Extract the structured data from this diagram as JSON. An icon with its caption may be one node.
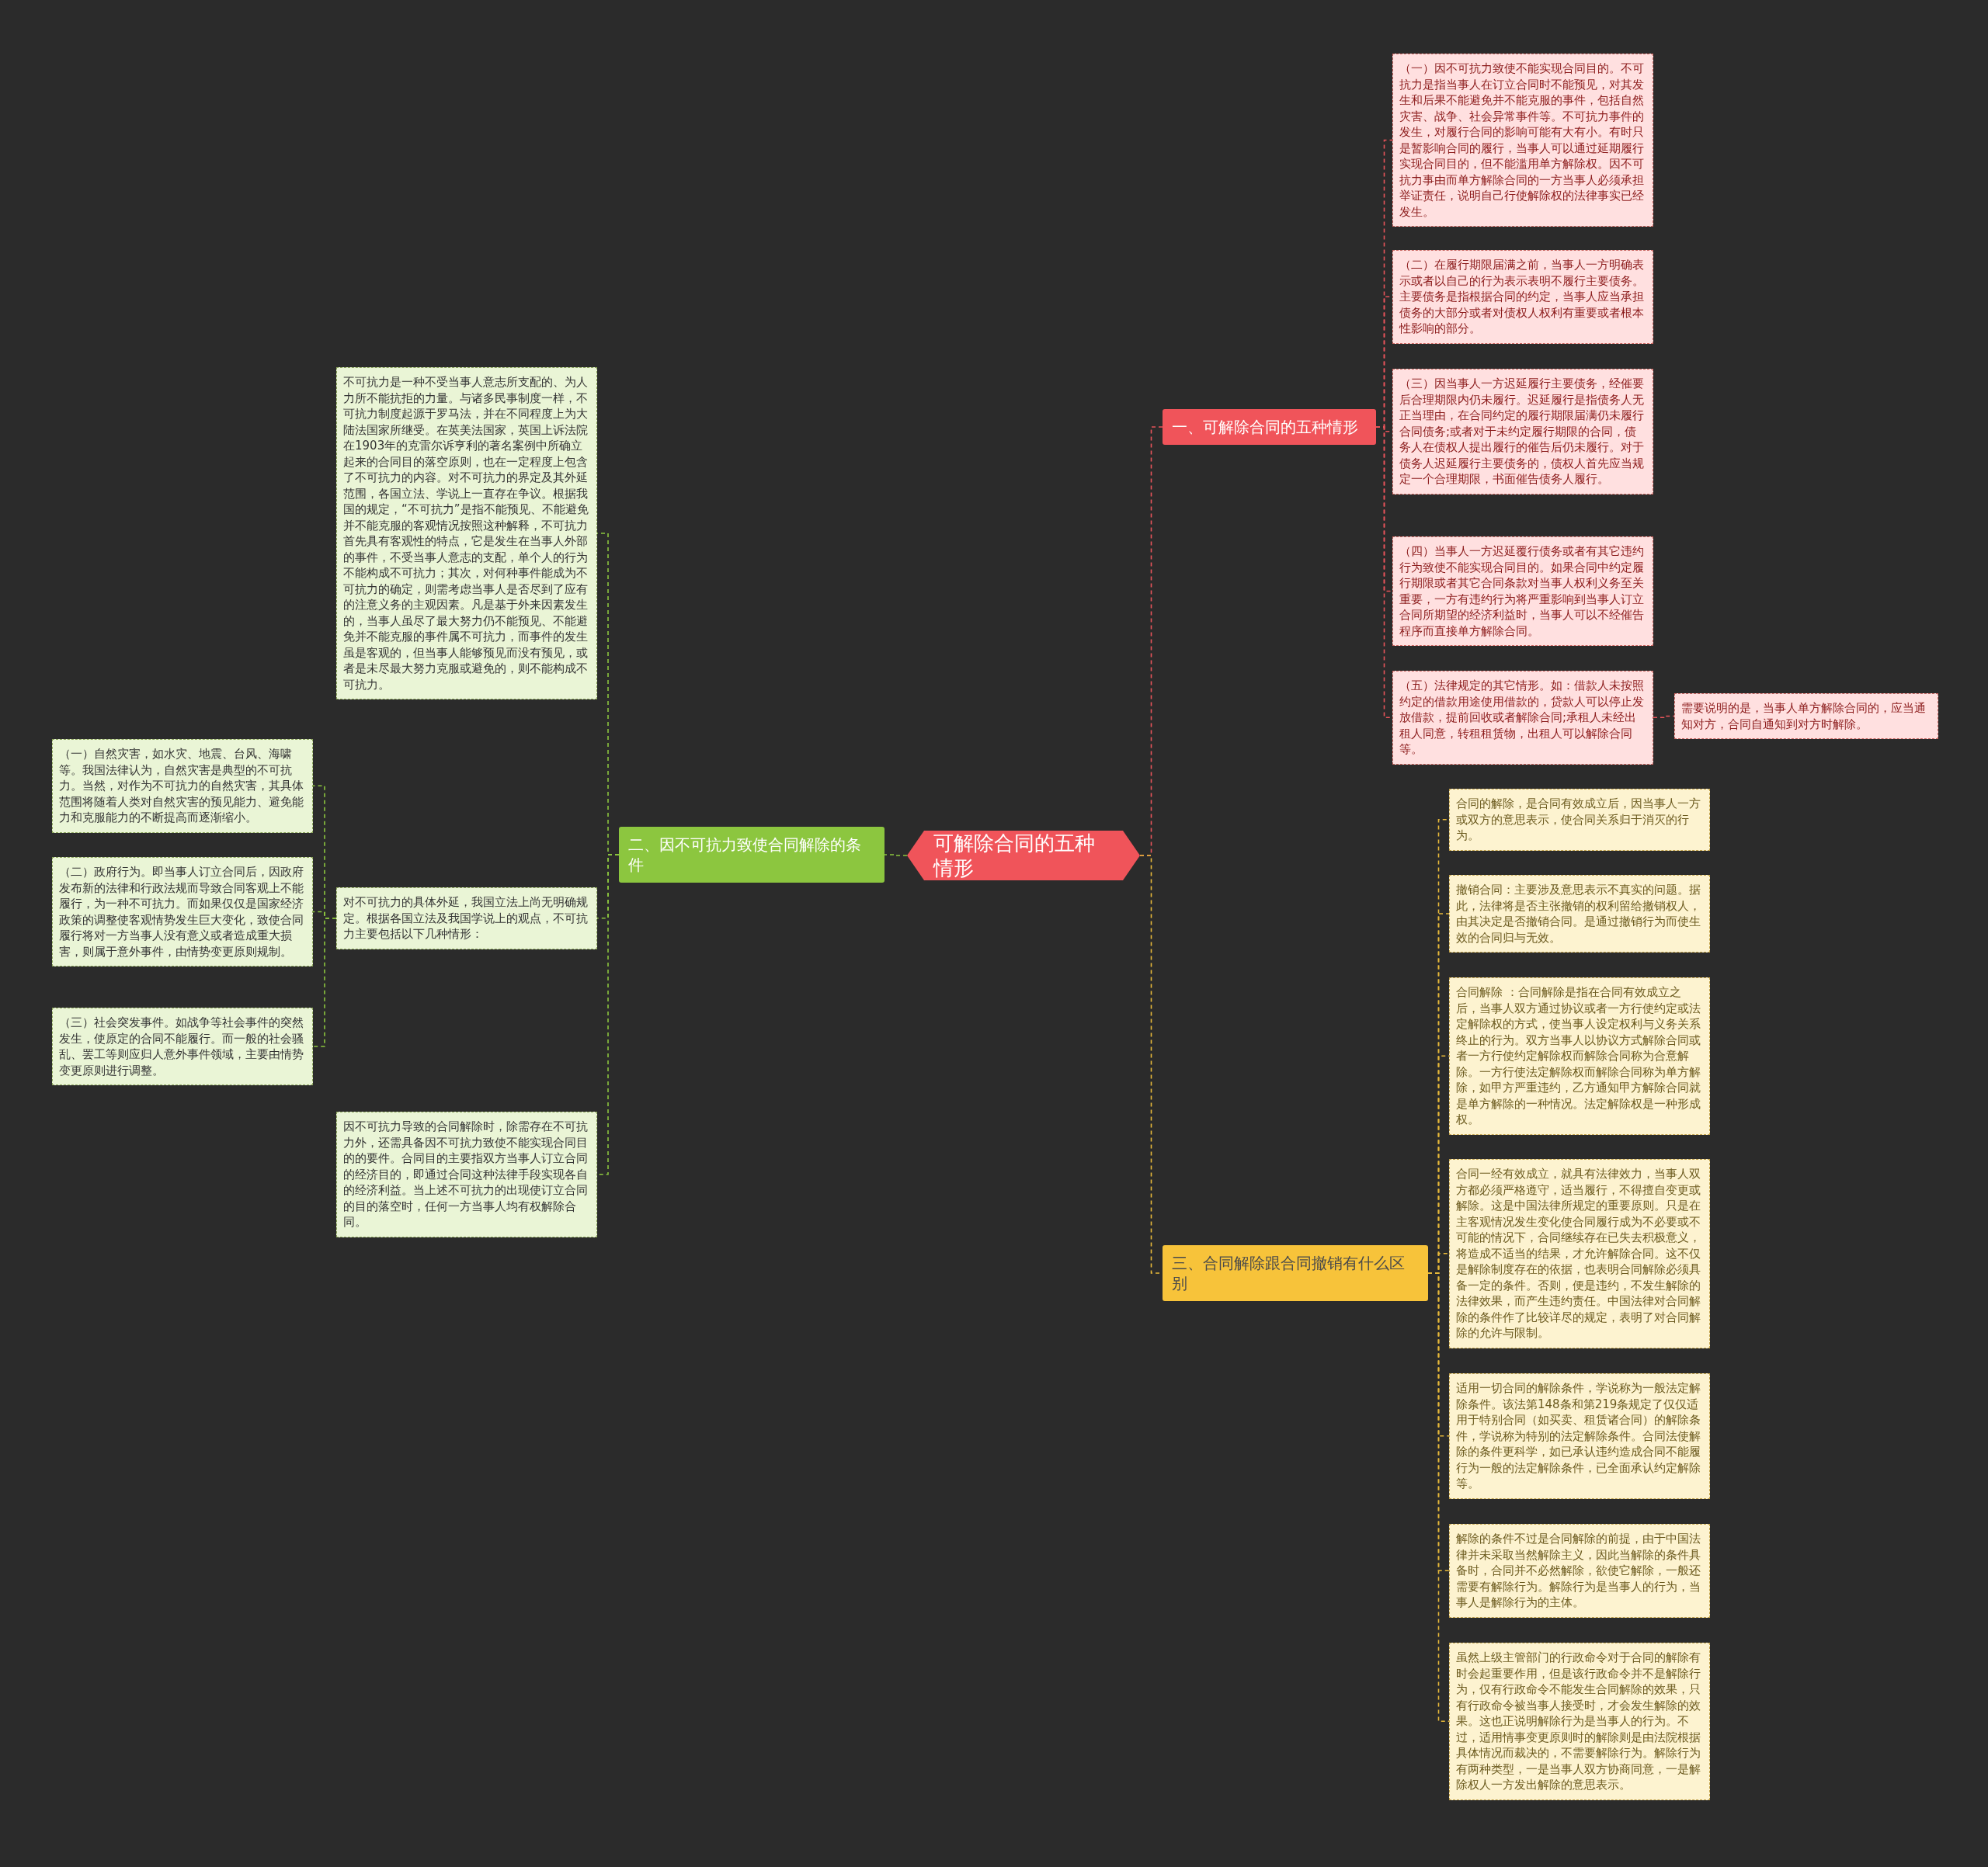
{
  "diagram": {
    "nodes": [
      {
        "text": [
          "可解除合同的五种情形"
        ]
      },
      {
        "text": [
          "一、可解除合同的五种情形"
        ]
      },
      {
        "text": [
          "（一）因不可抗力致使不能实现合同目的。不可抗力是指当事人在订立合同时不能预见，对其发生和后果不能避免并不能克服的事件，包括自然灾害、战争、社会异常事件等。不可抗力事件的发生，对履行合同的影响可能有大有小。有时只是暂影响合同的履行，当事人可以通过延期履行实现合同目的，但不能滥用单方解除权。因不可抗力事由而单方解除合同的一方当事人必须承担举证责任，说明自己行使解除权的法律事实已经发生。"
        ]
      },
      {
        "text": [
          "（二）在履行期限届满之前，当事人一方明确表示或者以自己的行为表示表明不履行主要债务。主要债务是指根据合同的约定，当事人应当承担债务的大部分或者对债权人权利有重要或者根本性影响的部分。"
        ]
      },
      {
        "text": [
          "（三）因当事人一方迟延履行主要债务，经催要后合理期限内仍未履行。迟延履行是指债务人无正当理由，在合同约定的履行期限届满仍未履行合同债务;或者对于未约定履行期限的合同，债务人在债权人提出履行的催告后仍未履行。对于债务人迟延履行主要债务的，债权人首先应当规定一个合理期限，书面催告债务人履行。"
        ]
      },
      {
        "text": [
          "（四）当事人一方迟延覆行债务或者有其它违约行为致使不能实现合同目的。如果合同中约定履行期限或者其它合同条款对当事人权利义务至关重要，一方有违约行为将严重影响到当事人订立合同所期望的经济利益时，当事人可以不经催告程序而直接单方解除合同。"
        ]
      },
      {
        "text": [
          "（五）法律规定的其它情形。如：借款人未按照约定的借款用途使用借款的，贷款人可以停止发放借款，提前回收或者解除合同;承租人未经出租人同意，转租租赁物，出租人可以解除合同等。"
        ]
      },
      {
        "text": [
          "需要说明的是，当事人单方解除合同的，应当通知对方，合同自通知到对方时解除。"
        ]
      },
      {
        "text": [
          "二、因不可抗力致使合同解除的条件"
        ]
      },
      {
        "text": [
          "不可抗力是一种不受当事人意志所支配的、为人力所不能抗拒的力量。与诸多民事制度一样，不可抗力制度起源于罗马法，并在不同程度上为大陆法国家所继受。在英美法国家，英国上诉法院在1903年的克雷尔诉亨利的著名案例中所确立起来的合同目的落空原则，也在一定程度上包含了不可抗力的内容。对不可抗力的界定及其外延范围，各国立法、学说上一直存在争议。根据我国的规定，“不可抗力”是指不能预见、不能避免并不能克服的客观情况按照这种解释，不可抗力首先具有客观性的特点，它是发生在当事人外部的事件，不受当事人意志的支配，单个人的行为不能构成不可抗力；其次，对何种事件能成为不可抗力的确定，则需考虑当事人是否尽到了应有的注意义务的主观因素。凡是基于外来因素发生的，当事人虽尽了最大努力仍不能预见、不能避免并不能克服的事件属不可抗力，而事件的发生虽是客观的，但当事人能够预见而没有预见，或者是未尽最大努力克服或避免的，则不能构成不可抗力。"
        ]
      },
      {
        "text": [
          "对不可抗力的具体外延，我国立法上尚无明确规定。根据各国立法及我国学说上的观点，不可抗力主要包括以下几种情形："
        ]
      },
      {
        "text": [
          "（一）自然灾害，如水灾、地震、台风、海啸等。我国法律认为，自然灾害是典型的不可抗力。当然，对作为不可抗力的自然灾害，其具体范围将随着人类对自然灾害的预见能力、避免能力和克服能力的不断提高而逐渐缩小。"
        ]
      },
      {
        "text": [
          "（二）政府行为。即当事人订立合同后，因政府发布新的法律和行政法规而导致合同客观上不能履行，为一种不可抗力。而如果仅仅是国家经济政策的调整使客观情势发生巨大变化，致使合同履行将对一方当事人没有意义或者造成重大损害，则属于意外事件，由情势变更原则规制。"
        ]
      },
      {
        "text": [
          "（三）社会突发事件。如战争等社会事件的突然发生，使原定的合同不能履行。而一般的社会骚乱、罢工等则应归人意外事件领域，主要由情势变更原则进行调整。"
        ]
      },
      {
        "text": [
          "因不可抗力导致的合同解除时，除需存在不可抗力外，还需具备因不可抗力致使不能实现合同目的的要件。合同目的主要指双方当事人订立合同的经济目的，即通过合同这种法律手段实现各自的经济利益。当上述不可抗力的出现使订立合同的目的落空时，任何一方当事人均有权解除合同。"
        ]
      },
      {
        "text": [
          "三、合同解除跟合同撤销有什么区别"
        ]
      },
      {
        "text": [
          "合同的解除，是合同有效成立后，因当事人一方或双方的意思表示，使合同关系归于消灭的行为。"
        ]
      },
      {
        "text": [
          "撤销合同：主要涉及意思表示不真实的问题。据此，法律将是否主张撤销的权利留给撤销权人，由其决定是否撤销合同。是通过撤销行为而使生效的合同归与无效。"
        ]
      },
      {
        "text": [
          "合同解除 ：合同解除是指在合同有效成立之后，当事人双方通过协议或者一方行使约定或法定解除权的方式，使当事人设定权利与义务关系终止的行为。双方当事人以协议方式解除合同或者一方行使约定解除权而解除合同称为合意解除。一方行使法定解除权而解除合同称为单方解除，如甲方严重违约，乙方通知甲方解除合同就是单方解除的一种情况。法定解除权是一种形成权。"
        ]
      },
      {
        "text": [
          "合同一经有效成立，就具有法律效力，当事人双方都必须严格遵守，适当履行，不得擅自变更或解除。这是中国法律所规定的重要原则。只是在主客观情况发生变化使合同履行成为不必要或不可能的情况下，合同继续存在已失去积极意义，将造成不适当的结果，才允许解除合同。这不仅是解除制度存在的依据，也表明合同解除必须具备一定的条件。否则，便是违约，不发生解除的法律效果，而产生违约责任。中国法律对合同解除的条件作了比较详尽的规定，表明了对合同解除的允许与限制。"
        ]
      },
      {
        "text": [
          "适用一切合同的解除条件，学说称为一般法定解除条件。该法第148条和第219条规定了仅仅适用于特别合同（如买卖、租赁诸合同）的解除条件，学说称为特别的法定解除条件。合同法使解除的条件更科学，如已承认违约造成合同不能履行为一般的法定解除条件，已全面承认约定解除等。"
        ]
      },
      {
        "text": [
          "解除的条件不过是合同解除的前提，由于中国法律并未采取当然解除主义，因此当解除的条件具备时，合同并不必然解除，欲使它解除，一般还需要有解除行为。解除行为是当事人的行为，当事人是解除行为的主体。"
        ]
      },
      {
        "text": [
          "虽然上级主管部门的行政命令对于合同的解除有时会起重要作用，但是该行政命令并不是解除行为，仅有行政命令不能发生合同解除的效果，只有行政命令被当事人接受时，才会发生解除的效果。这也正说明解除行为是当事人的行为。不过，适用情事变更原则时的解除则是由法院根据具体情况而裁决的，不需要解除行为。解除行为有两种类型，一是当事人双方协商同意，一是解除权人一方发出解除的意思表示。"
        ]
      }
    ],
    "edges": [
      {
        "from": 0,
        "to": 1,
        "arrow": "none",
        "color": "#e8545a"
      },
      {
        "from": 1,
        "to": 2,
        "arrow": "none",
        "color": "#e8545a"
      },
      {
        "from": 1,
        "to": 3,
        "arrow": "none",
        "color": "#e8545a"
      },
      {
        "from": 1,
        "to": 4,
        "arrow": "none",
        "color": "#e8545a"
      },
      {
        "from": 1,
        "to": 5,
        "arrow": "none",
        "color": "#e8545a"
      },
      {
        "from": 1,
        "to": 6,
        "arrow": "none",
        "color": "#e8545a"
      },
      {
        "from": 6,
        "to": 7,
        "arrow": "none",
        "color": "#e8545a"
      },
      {
        "from": 0,
        "to": 8,
        "arrow": "none",
        "color": "#8cc63f"
      },
      {
        "from": 8,
        "to": 9,
        "arrow": "none",
        "color": "#8cc63f"
      },
      {
        "from": 8,
        "to": 10,
        "arrow": "none",
        "color": "#8cc63f"
      },
      {
        "from": 10,
        "to": 11,
        "arrow": "none",
        "color": "#8cc63f"
      },
      {
        "from": 10,
        "to": 12,
        "arrow": "none",
        "color": "#8cc63f"
      },
      {
        "from": 10,
        "to": 13,
        "arrow": "none",
        "color": "#8cc63f"
      },
      {
        "from": 8,
        "to": 14,
        "arrow": "none",
        "color": "#8cc63f"
      },
      {
        "from": 0,
        "to": 15,
        "arrow": "none"
      },
      {
        "from": 15,
        "to": 16,
        "arrow": "none"
      },
      {
        "from": 15,
        "to": 17,
        "arrow": "none"
      },
      {
        "from": 15,
        "to": 18,
        "arrow": "none"
      },
      {
        "from": 15,
        "to": 19,
        "arrow": "none"
      },
      {
        "from": 15,
        "to": 20,
        "arrow": "none"
      },
      {
        "from": 15,
        "to": 21,
        "arrow": "none"
      },
      {
        "from": 15,
        "to": 22,
        "arrow": "none"
      }
    ]
  }
}
